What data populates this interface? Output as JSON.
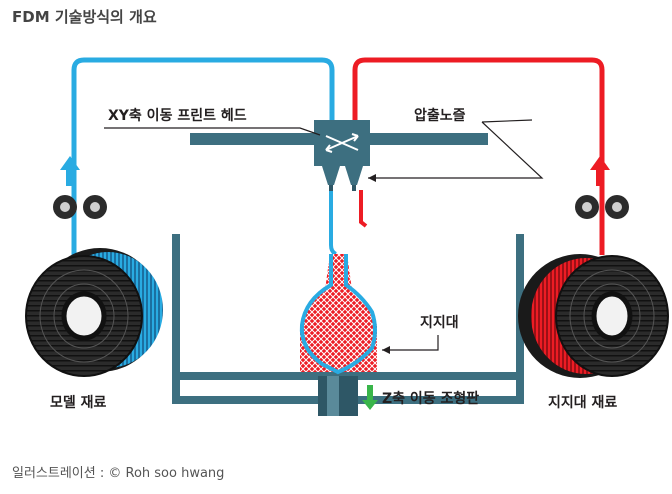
{
  "header": {
    "title": "FDM 기술방식의 개요"
  },
  "labels": {
    "xy_head": "XY축 이동 프린트 헤드",
    "nozzle": "압출노즐",
    "support": "지지대",
    "model_material": "모델 재료",
    "support_material": "지지대 재료",
    "z_plate": "Z축 이동 조형판"
  },
  "footer": {
    "credit": "일러스트레이션 : © Roh soo hwang"
  },
  "colors": {
    "model_filament": "#29abe2",
    "support_filament": "#ed1c24",
    "machine": "#3d6f80",
    "model_arrow": "#29abe2",
    "support_arrow": "#ed1c24",
    "z_arrow": "#39b54a"
  }
}
